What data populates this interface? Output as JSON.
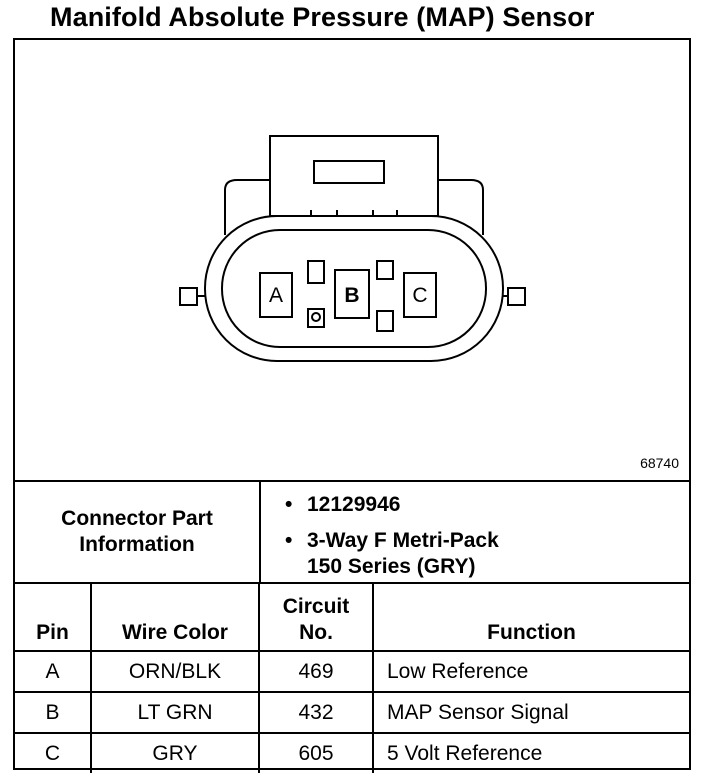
{
  "title": "Manifold Absolute Pressure (MAP) Sensor",
  "figure_number": "68740",
  "connector": {
    "pin_letters": [
      "A",
      "B",
      "C"
    ],
    "part_info_label_line1": "Connector Part",
    "part_info_label_line2": "Information",
    "part_number": "12129946",
    "description_line1": "3-Way F Metri-Pack",
    "description_line2": "150 Series (GRY)",
    "bullet_symbol": "•"
  },
  "table": {
    "headers": {
      "pin": "Pin",
      "wire_color": "Wire Color",
      "circuit_line1": "Circuit",
      "circuit_line2": "No.",
      "function": "Function"
    },
    "rows": [
      {
        "pin": "A",
        "wire_color": "ORN/BLK",
        "circuit": "469",
        "function": "Low Reference"
      },
      {
        "pin": "B",
        "wire_color": "LT GRN",
        "circuit": "432",
        "function": "MAP Sensor Signal"
      },
      {
        "pin": "C",
        "wire_color": "GRY",
        "circuit": "605",
        "function": "5 Volt Reference"
      }
    ]
  }
}
